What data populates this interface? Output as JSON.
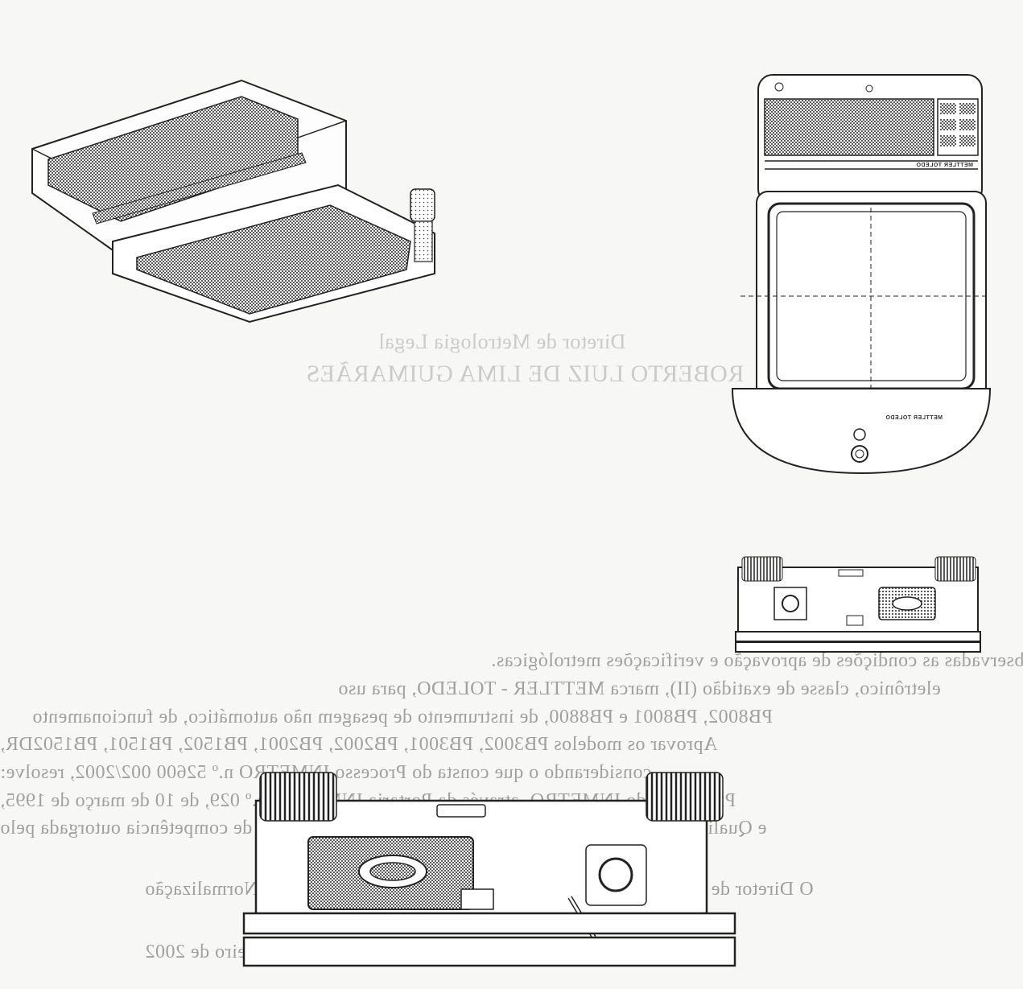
{
  "scan": {
    "background": "#f7f7f5",
    "ink": "#222222",
    "bleed_color": "#5a5a5a"
  },
  "bleed_through": {
    "title_line_1": "ROBERTO LUIZ DE LIMA GUIMARÃES",
    "title_line_2": "Diretor de Metrologia Legal",
    "paragraph_lines": [
      "O Diretor de Metrologia Legal do Instituto Nacional de Metrologia, Normalização",
      "e Qualidade Industrial - INMETRO, no exercício da delegação de competência outorgada pelo",
      "Presidente do INMETRO, através da Portaria INMETRO n.º 029, de 10 de março de 1995,",
      "considerando o que consta do Processo INMETRO n.º 52600 002/2002, resolve:",
      "Aprovar os modelos PB3002, PB3001, PB2002, PB2001, PB1502, PB1501, PB1502DR,",
      "PB8002, PB8001 e PB8800, de instrumento de pesagem não automático, de funcionamento",
      "eletrônico, classe de exatidão (II), marca METTLER - TOLEDO, para uso",
      "observadas as condições de aprovação e verificações metrológicas."
    ],
    "footer": "Portaria DIMEL/INMETRO n.º 22, de 28 de fevereiro de 2002"
  },
  "drawings": {
    "top_right_scale_brand": "METTLER TOLEDO",
    "top_right_base_brand": "METTLER TOLEDO"
  }
}
